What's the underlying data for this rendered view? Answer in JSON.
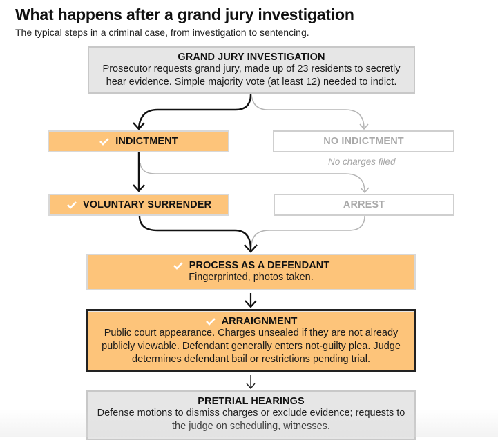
{
  "header": {
    "title": "What happens after a grand jury investigation",
    "subtitle": "The typical steps in a criminal case, from investigation to sentencing."
  },
  "colors": {
    "completed_fill": "#fdc47a",
    "neutral_fill": "#e6e6e6",
    "inactive_text": "#aaaaaa",
    "active_arrow": "#111111",
    "inactive_arrow": "#b5b5b5"
  },
  "steps": {
    "grand_jury": {
      "title": "GRAND JURY INVESTIGATION",
      "description": "Prosecutor requests grand jury, made up of 23 residents to secretly hear evidence. Simple majority vote (at least 12) needed to indict.",
      "status": "neutral"
    },
    "indictment": {
      "title": "INDICTMENT",
      "status": "completed",
      "icon": "check-icon"
    },
    "no_indictment": {
      "title": "NO INDICTMENT",
      "note": "No charges filed",
      "status": "inactive"
    },
    "voluntary_surrender": {
      "title": "VOLUNTARY SURRENDER",
      "status": "completed",
      "icon": "check-icon"
    },
    "arrest": {
      "title": "ARREST",
      "status": "inactive"
    },
    "process_defendant": {
      "title": "PROCESS AS A DEFENDANT",
      "description": "Fingerprinted, photos taken.",
      "status": "completed",
      "icon": "check-icon"
    },
    "arraignment": {
      "title": "ARRAIGNMENT",
      "description": "Public court appearance. Charges unsealed if they are not already publicly viewable. Defendant generally enters not-guilty plea. Judge determines defendant bail or restrictions pending trial.",
      "status": "current",
      "icon": "check-icon"
    },
    "pretrial": {
      "title": "PRETRIAL HEARINGS",
      "description": "Defense motions to dismiss charges or exclude evidence; requests to the judge on scheduling, witnesses.",
      "status": "neutral"
    }
  },
  "links": [
    {
      "from": "grand_jury",
      "to": "indictment",
      "active": true
    },
    {
      "from": "grand_jury",
      "to": "no_indictment",
      "active": false
    },
    {
      "from": "indictment",
      "to": "voluntary_surrender",
      "active": true
    },
    {
      "from": "indictment",
      "to": "arrest",
      "active": false
    },
    {
      "from": "voluntary_surrender",
      "to": "process_defendant",
      "active": true
    },
    {
      "from": "arrest",
      "to": "process_defendant",
      "active": false
    },
    {
      "from": "process_defendant",
      "to": "arraignment",
      "active": true
    },
    {
      "from": "arraignment",
      "to": "pretrial",
      "active": true
    }
  ]
}
